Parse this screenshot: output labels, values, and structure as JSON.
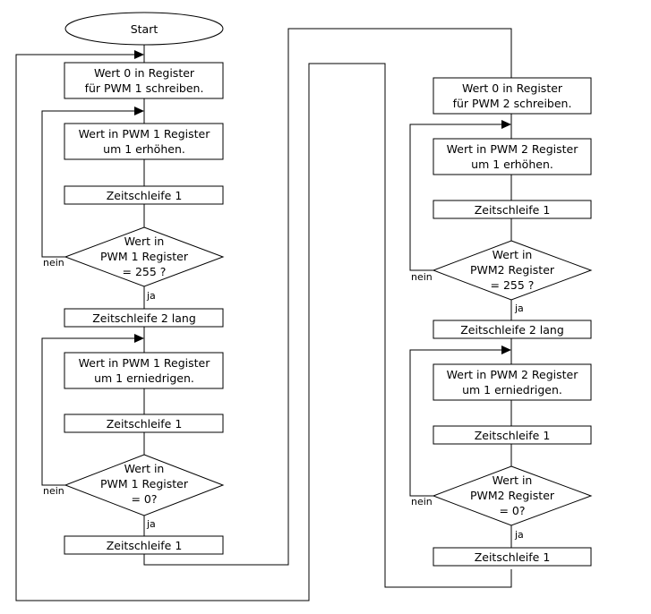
{
  "flowchart": {
    "start": "Start",
    "left": {
      "init": [
        "Wert 0 in Register",
        "für PWM 1 schreiben."
      ],
      "inc": [
        "Wert in PWM 1 Register",
        "um  1 erhöhen."
      ],
      "delay1a": "Zeitschleife  1",
      "cond1": [
        "Wert in",
        "PWM 1 Register",
        "= 255 ?"
      ],
      "delay2": "Zeitschleife 2 lang",
      "dec": [
        "Wert in PWM 1 Register",
        "um  1 erniedrigen."
      ],
      "delay1b": "Zeitschleife  1",
      "cond2": [
        "Wert in",
        "PWM 1 Register",
        "= 0?"
      ],
      "delay1c": "Zeitschleife  1"
    },
    "right": {
      "init": [
        "Wert 0 in Register",
        "für PWM 2 schreiben."
      ],
      "inc": [
        "Wert in PWM 2 Register",
        "um  1 erhöhen."
      ],
      "delay1a": "Zeitschleife  1",
      "cond1": [
        "Wert in",
        "PWM2 Register",
        "= 255 ?"
      ],
      "delay2": "Zeitschleife 2 lang",
      "dec": [
        "Wert in PWM 2 Register",
        "um  1 erniedrigen."
      ],
      "delay1b": "Zeitschleife  1",
      "cond2": [
        "Wert in",
        "PWM2 Register",
        "= 0?"
      ],
      "delay1c": "Zeitschleife  1"
    },
    "no_label": "nein",
    "yes_label": "ja"
  }
}
